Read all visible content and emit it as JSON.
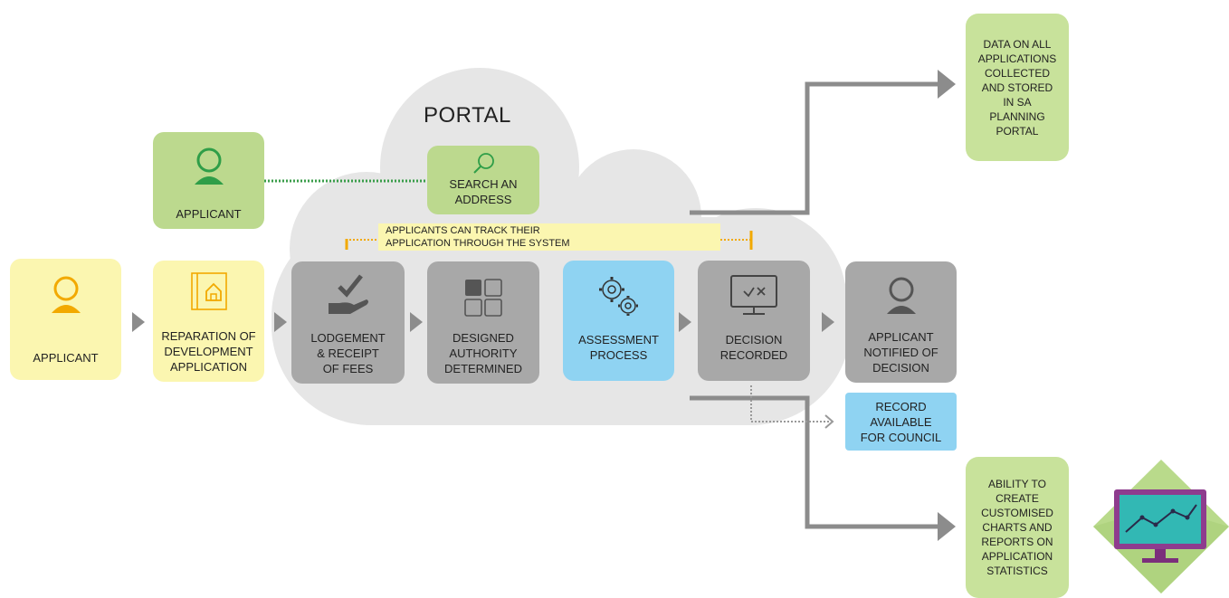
{
  "portal": {
    "title": "PORTAL"
  },
  "tracking": {
    "text": "APPLICANTS CAN TRACK THEIR\nAPPLICATION THROUGH THE SYSTEM"
  },
  "boxes": {
    "applicant_top": "APPLICANT",
    "search": "SEARCH AN\nADDRESS",
    "applicant_left": "APPLICANT",
    "preparation": "REPARATION OF\nDEVELOPMENT\nAPPLICATION",
    "lodgement": "LODGEMENT\n& RECEIPT\nOF FEES",
    "authority": "DESIGNED\nAUTHORITY\nDETERMINED",
    "assessment": "ASSESSMENT\nPROCESS",
    "decision": "DECISION\nRECORDED",
    "notified": "APPLICANT\nNOTIFIED OF\nDECISION",
    "record": "RECORD\nAVAILABLE\nFOR COUNCIL"
  },
  "outputs": {
    "data_stored": "DATA ON ALL\nAPPLICATIONS\nCOLLECTED\nAND STORED\nIN SA\nPLANNING\nPORTAL",
    "reports": "ABILITY TO\nCREATE\nCUSTOMISED\nCHARTS AND\nREPORTS ON\nAPPLICATION\nSTATISTICS"
  },
  "colors": {
    "yellow": "#fbf6b0",
    "green": "#bcd98e",
    "gray": "#a8a8a8",
    "blue": "#8fd3f2",
    "cloud": "#e6e6e6",
    "arrow": "#8c8c8c",
    "accent_orange": "#f2a900"
  },
  "icons": [
    "person-icon",
    "blueprint-icon",
    "hand-check-icon",
    "grid-squares-icon",
    "gears-icon",
    "monitor-check-icon",
    "search-icon",
    "chart-monitor-icon"
  ]
}
